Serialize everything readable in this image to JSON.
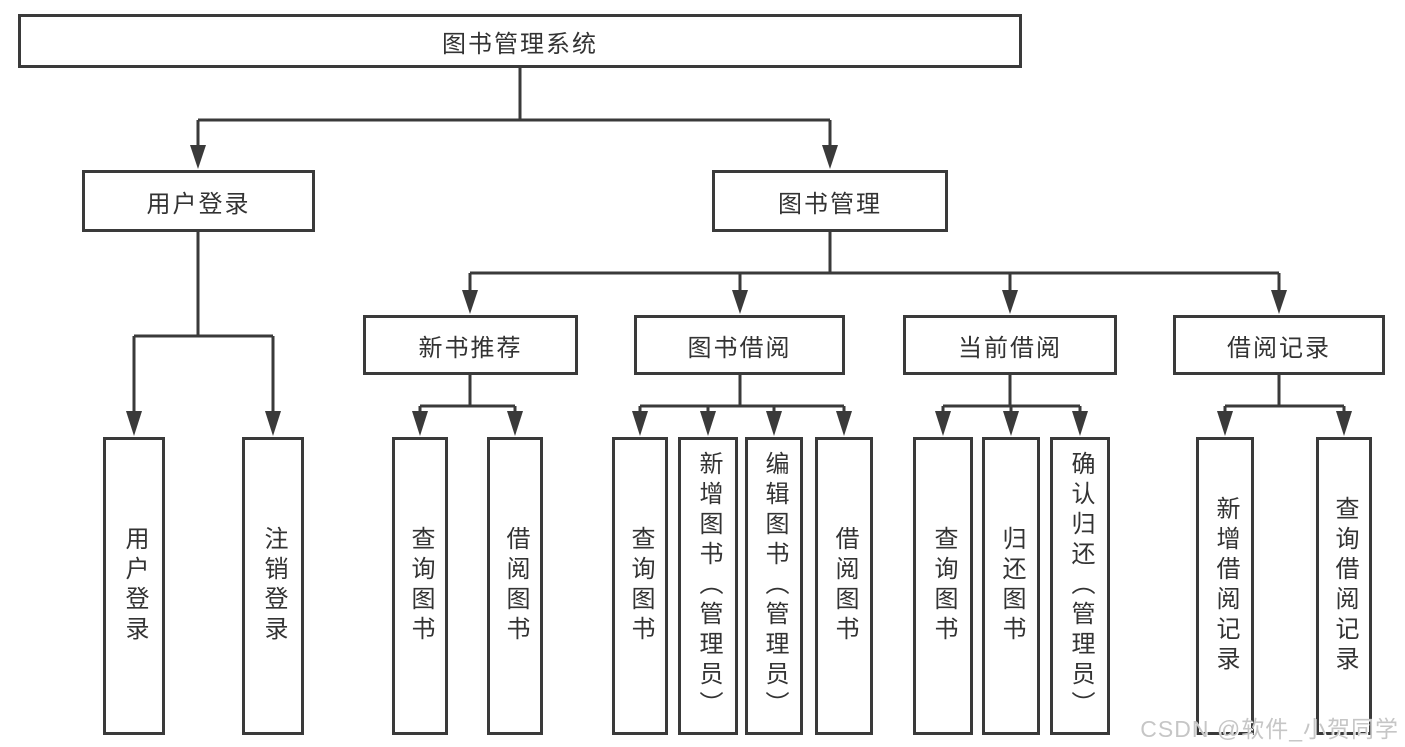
{
  "diagram": {
    "root": {
      "label": "图书管理系统"
    },
    "level2": [
      {
        "label": "用户登录"
      },
      {
        "label": "图书管理"
      }
    ],
    "level3": [
      {
        "label": "新书推荐"
      },
      {
        "label": "图书借阅"
      },
      {
        "label": "当前借阅"
      },
      {
        "label": "借阅记录"
      }
    ],
    "leaves": [
      {
        "label": "用户登录"
      },
      {
        "label": "注销登录"
      },
      {
        "label": "查询图书"
      },
      {
        "label": "借阅图书"
      },
      {
        "label": "查询图书"
      },
      {
        "label": "新增图书（管理员）"
      },
      {
        "label": "编辑图书（管理员）"
      },
      {
        "label": "借阅图书"
      },
      {
        "label": "查询图书"
      },
      {
        "label": "归还图书"
      },
      {
        "label": "确认归还（管理员）"
      },
      {
        "label": "新增借阅记录"
      },
      {
        "label": "查询借阅记录"
      }
    ]
  },
  "watermark": {
    "text": "CSDN @软件_小贺同学"
  },
  "colors": {
    "line": "#3a3a3a",
    "box_border": "#3a3a3a",
    "text": "#333333",
    "watermark": "#c6c6c6",
    "background": "#ffffff"
  }
}
